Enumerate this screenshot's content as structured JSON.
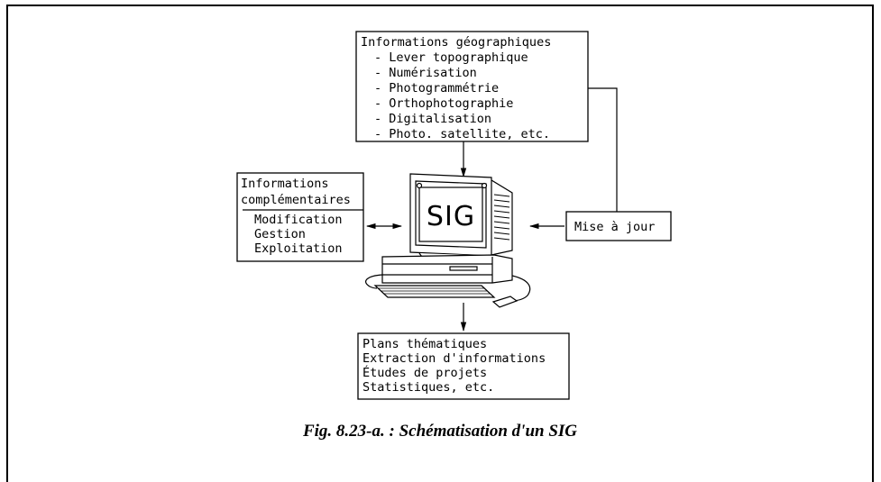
{
  "geo_box": {
    "title": "Informations géographiques",
    "items": [
      "- Lever topographique",
      "- Numérisation",
      "- Photogrammétrie",
      "- Orthophotographie",
      "- Digitalisation",
      "- Photo. satellite, etc."
    ]
  },
  "comp_box": {
    "title_lines": [
      "Informations",
      "complémentaires"
    ],
    "items": [
      "Modification",
      "Gestion",
      "Exploitation"
    ]
  },
  "update_box": {
    "label": "Mise à jour"
  },
  "computer": {
    "screen_label": "SIG"
  },
  "output_box": {
    "items": [
      "Plans thématiques",
      "Extraction d'informations",
      "Études de projets",
      "Statistiques, etc."
    ]
  },
  "caption": "Fig. 8.23-a. : Schématisation d'un SIG"
}
